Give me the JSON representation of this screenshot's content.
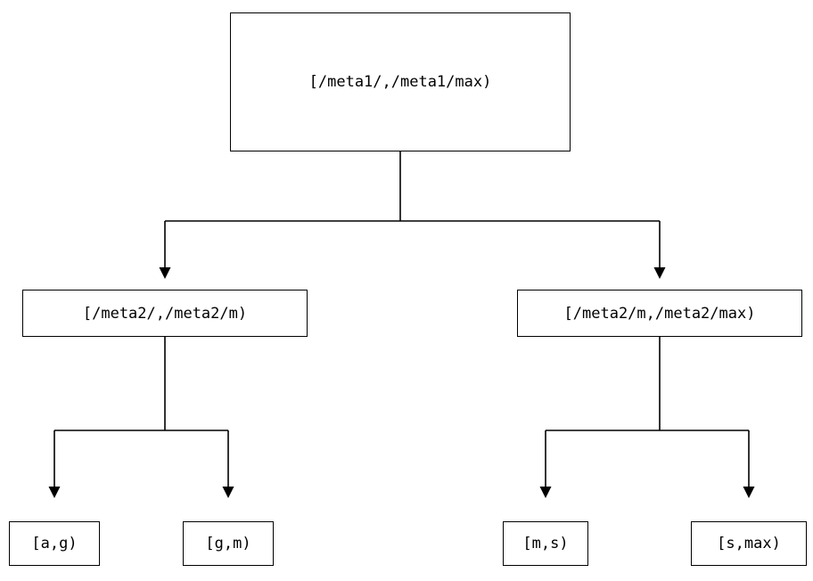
{
  "diagram": {
    "type": "interval-partition-tree",
    "colors": {
      "line": "#000000",
      "background": "#ffffff",
      "text": "#000000"
    },
    "root": {
      "label": "[/meta1/,/meta1/max)"
    },
    "level2": [
      {
        "label": "[/meta2/,/meta2/m)"
      },
      {
        "label": "[/meta2/m,/meta2/max)"
      }
    ],
    "leaves": [
      {
        "label": "[a,g)"
      },
      {
        "label": "[g,m)"
      },
      {
        "label": "[m,s)"
      },
      {
        "label": "[s,max)"
      }
    ]
  }
}
